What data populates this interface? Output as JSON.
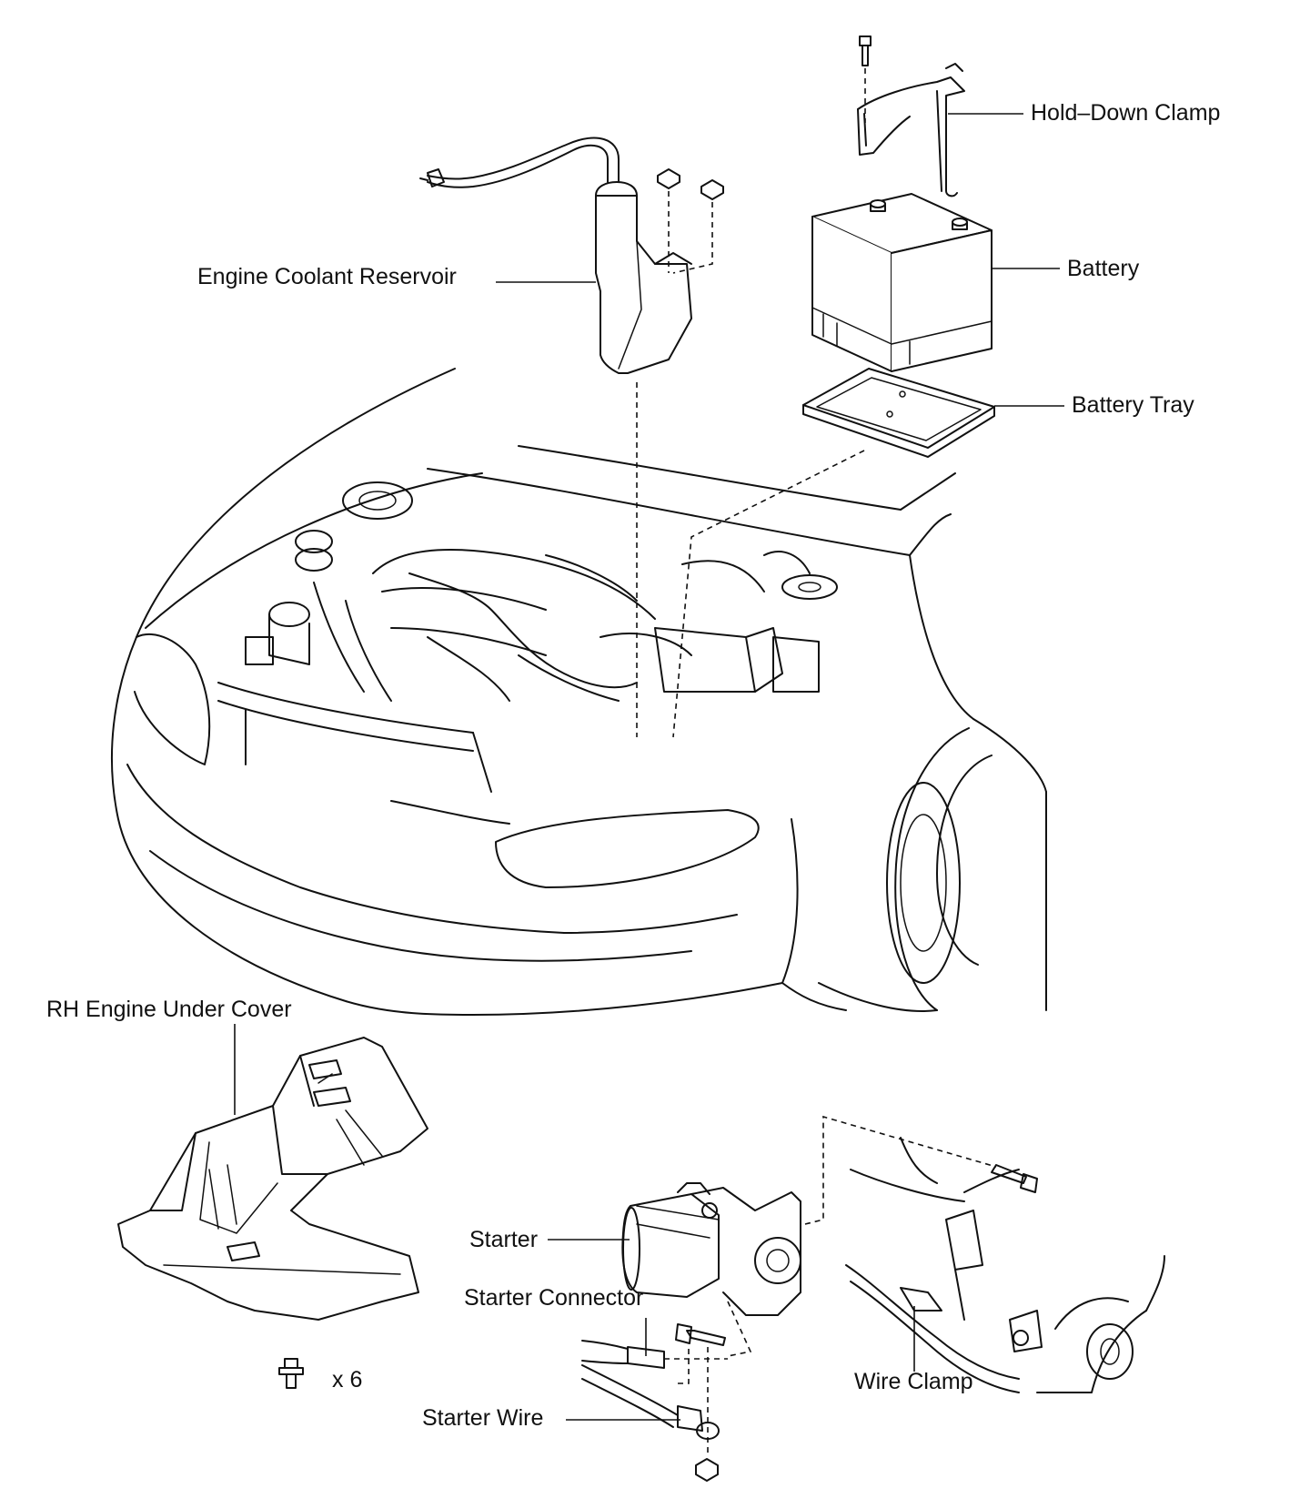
{
  "labels": {
    "hold_down_clamp": "Hold–Down Clamp",
    "battery": "Battery",
    "battery_tray": "Battery Tray",
    "engine_coolant_reservoir": "Engine Coolant Reservoir",
    "rh_engine_under_cover": "RH Engine Under Cover",
    "quantity": "x 6",
    "starter": "Starter",
    "starter_connector": "Starter Connector",
    "starter_wire": "Starter Wire",
    "wire_clamp": "Wire Clamp"
  }
}
